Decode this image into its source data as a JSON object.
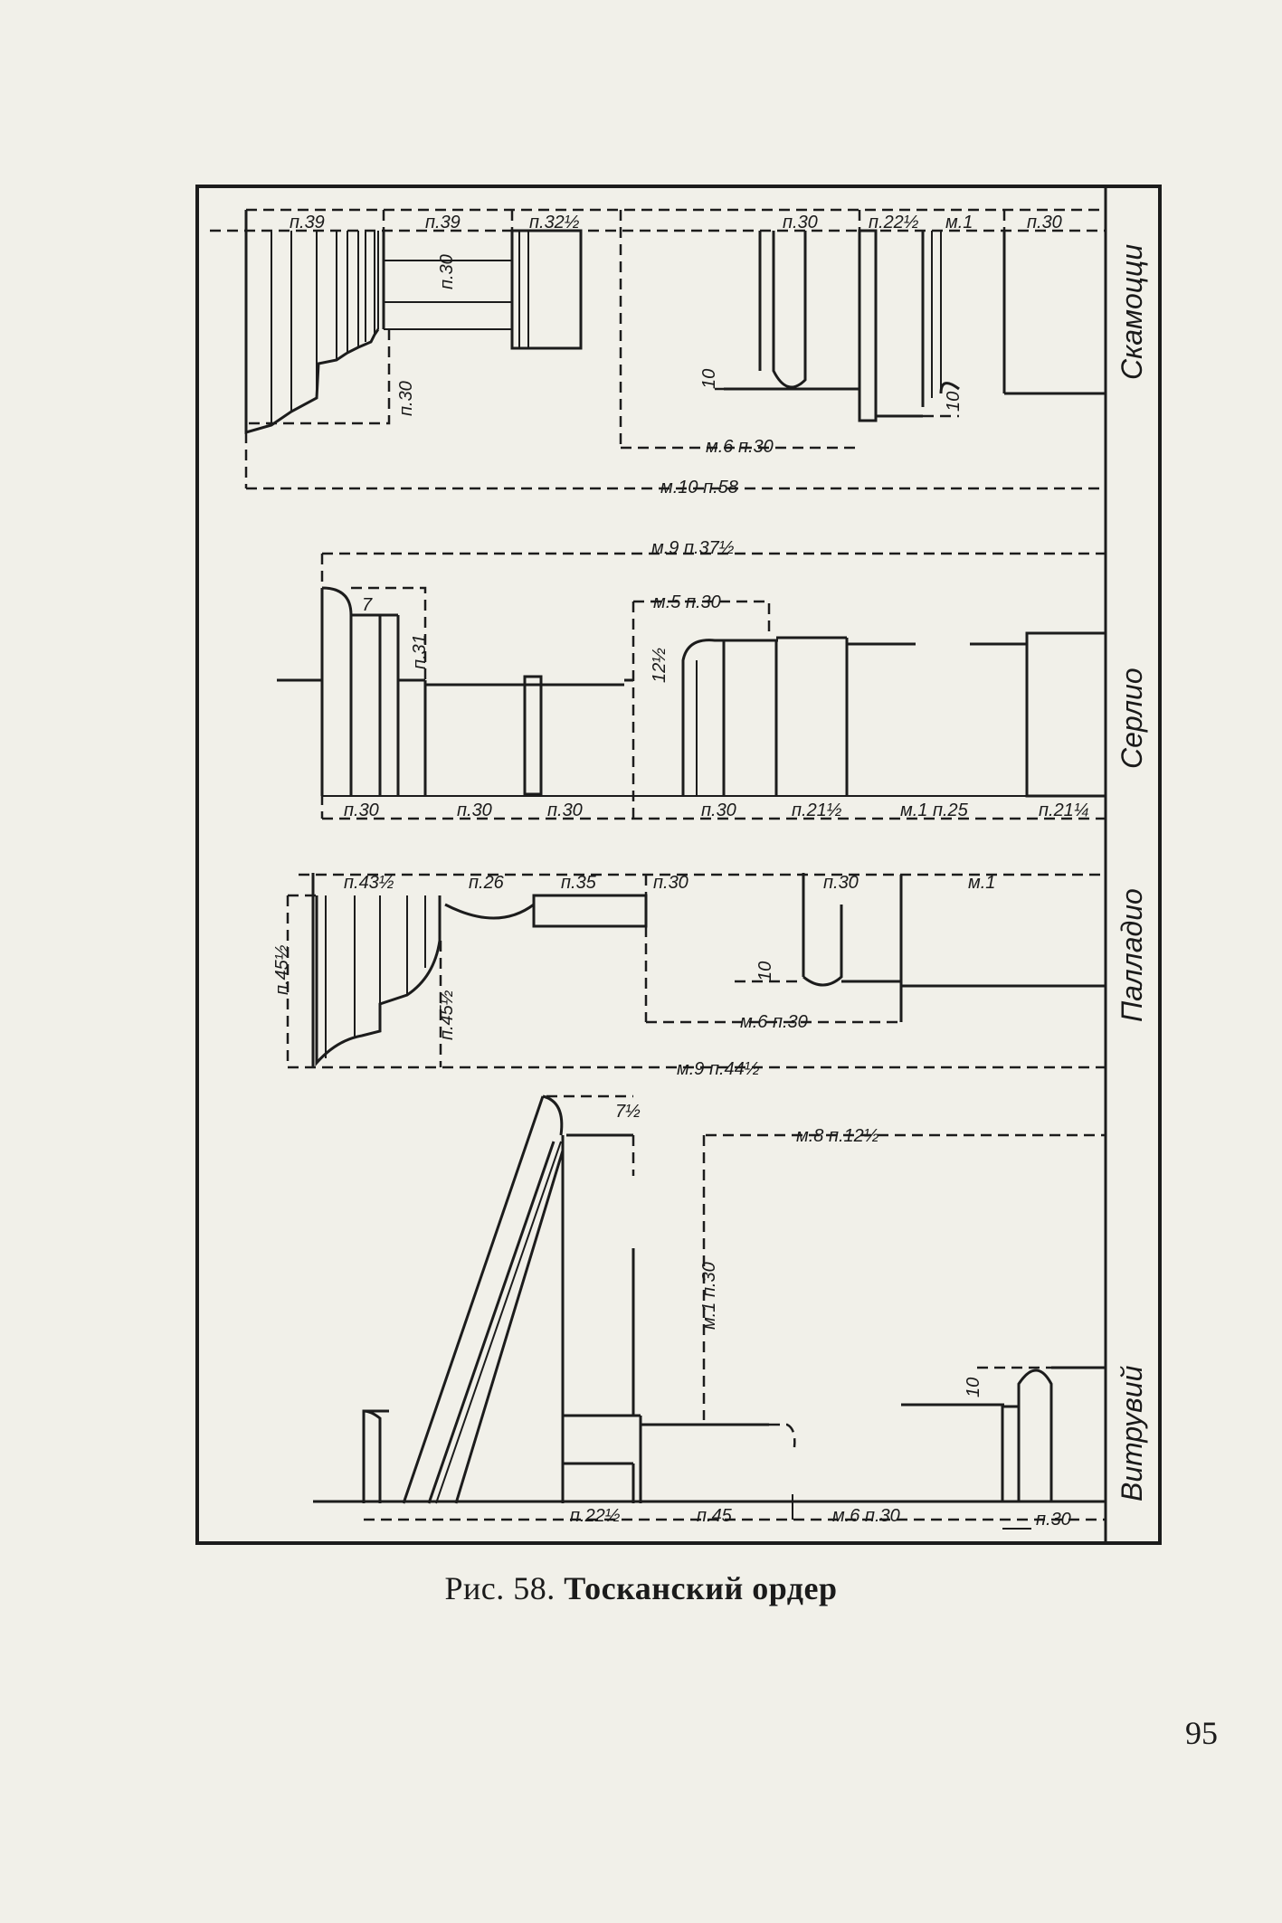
{
  "caption": {
    "prefix": "Рис. 58.",
    "title": "Тосканский ордер"
  },
  "page_number": "95",
  "sections": [
    {
      "name": "Скамоцци",
      "dims": [
        "п.39",
        "п.39",
        "п.32½",
        "п.30",
        "п.22½",
        "м.1",
        "п.30",
        "п.30",
        "п.30",
        "10",
        "10",
        "м.6 п.30",
        "м.10 п.58"
      ]
    },
    {
      "name": "Серлио",
      "dims": [
        "м.9 п.37½",
        "м.5 п.30",
        "п.31",
        "7",
        "12½",
        "п.30",
        "п.30",
        "п.30",
        "п.30",
        "п.21½",
        "м.1 п.25",
        "п.21¼"
      ]
    },
    {
      "name": "Палладио",
      "dims": [
        "п.43½",
        "п.26",
        "п.35",
        "п.30",
        "п.30",
        "м.1",
        "п.45½",
        "п.45½",
        "10",
        "м.6 п.30",
        "м.9 п.44½"
      ]
    },
    {
      "name": "Витрувий",
      "dims": [
        "7½",
        "м.8 п.12½",
        "м.1 п.30",
        "10",
        "п.22½",
        "п.45",
        "м.6 п.30",
        "п.30"
      ]
    }
  ]
}
